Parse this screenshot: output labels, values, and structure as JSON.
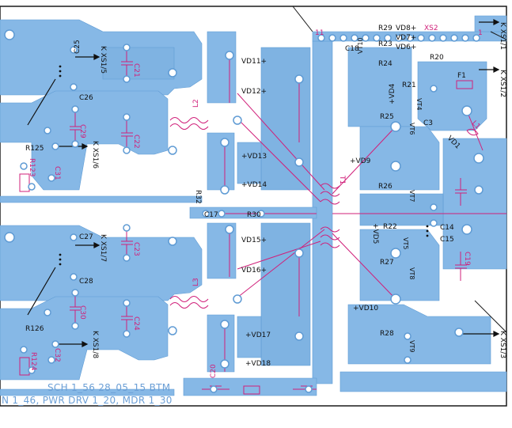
{
  "board": {
    "title_line1": "SCH 1_56 28_05_15 BTM",
    "title_line2": "N 1_46, PWR DRV 1_20, MDR 1_30"
  },
  "colors": {
    "copper": "#86b8e6",
    "copper_edge": "#5f9bd4",
    "trace": "#d0207a",
    "paper": "#ffffff",
    "arrow": "#111111"
  },
  "connectors": {
    "xs2": "XS2",
    "xs1_1": "K XS1/1",
    "xs1_2": "K XS1/2",
    "xs1_3": "K XS1/3",
    "xs1_5": "K XS1/5",
    "xs1_6": "K XS1/6",
    "xs1_7": "K XS1/7",
    "xs1_8": "K XS1/8",
    "pin1": "1",
    "pin11": "11"
  },
  "components": {
    "c25": "C25",
    "c26": "C26",
    "c27": "C27",
    "c28": "C28",
    "c21": "C21",
    "c22": "C22",
    "c23": "C23",
    "c24": "C24",
    "c29": "C29",
    "c30": "C30",
    "c31": "C31",
    "c32": "C32",
    "c3": "C3",
    "c14": "C14",
    "c15": "C15",
    "c17": "C17",
    "c18": "C18",
    "c19": "C19",
    "c20": "C20",
    "r20": "R20",
    "r21": "R21",
    "r22": "R22",
    "r23": "R23",
    "r24": "R24",
    "r25": "R25",
    "r26": "R26",
    "r27": "R27",
    "r28": "R28",
    "r29": "R29",
    "r30": "R30",
    "r32": "R32",
    "r123": "R123",
    "r124": "R124",
    "r125": "R125",
    "r126": "R126",
    "l2": "L2",
    "l3": "L3",
    "l1": "L1",
    "t1": "T1",
    "f1": "F1",
    "vd1": "VD1",
    "vd4": "+VD4",
    "vd5": "+VD5",
    "vd6": "VD6+",
    "vd7": "VD7+",
    "vd8": "VD8+",
    "vd9": "+VD9",
    "vd10": "+VD10",
    "vd11": "VD11+",
    "vd12": "VD12+",
    "vd13": "+VD13",
    "vd14": "+VD14",
    "vd15": "VD15+",
    "vd16": "VD16+",
    "vd17": "+VD17",
    "vd18": "+VD18",
    "vt4": "VT4",
    "vt5": "VT5",
    "vt6": "VT6",
    "vt7": "VT7",
    "vt8": "VT8",
    "vt9": "VT9",
    "vt10": "VT10"
  }
}
